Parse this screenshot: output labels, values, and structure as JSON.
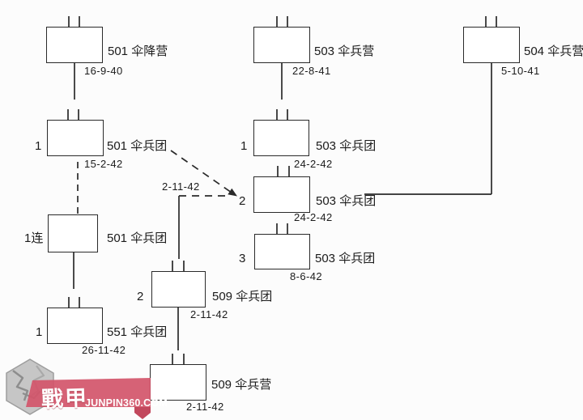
{
  "diagram": {
    "units": [
      {
        "num": "",
        "label": "501 伞降营",
        "date": "16-9-40"
      },
      {
        "num": "",
        "label": "503 伞兵营",
        "date": "22-8-41"
      },
      {
        "num": "",
        "label": "504 伞兵营",
        "date": "5-10-41"
      },
      {
        "num": "1",
        "label": "501 伞兵团",
        "date": "15-2-42"
      },
      {
        "num": "1连",
        "label": "501 伞兵团",
        "date": ""
      },
      {
        "num": "1",
        "label": "551 伞兵团",
        "date": "26-11-42"
      },
      {
        "num": "1",
        "label": "503 伞兵团",
        "date": "24-2-42"
      },
      {
        "num": "2",
        "label": "503 伞兵团",
        "date": "24-2-42"
      },
      {
        "num": "3",
        "label": "503 伞兵团",
        "date": "8-6-42"
      },
      {
        "num": "2",
        "label": "509 伞兵团",
        "date": "2-11-42"
      },
      {
        "num": "",
        "label": "509 伞兵营",
        "date": "2-11-42"
      }
    ],
    "junction_date": "2-11-42"
  },
  "watermark": {
    "logo_text": "戰甲",
    "site": "JUNPIN360.COM",
    "banner_color": "#d3556a"
  },
  "colors": {
    "line": "#2a2a2a",
    "text": "#1b1b1b",
    "background": "#fcfcfc"
  }
}
